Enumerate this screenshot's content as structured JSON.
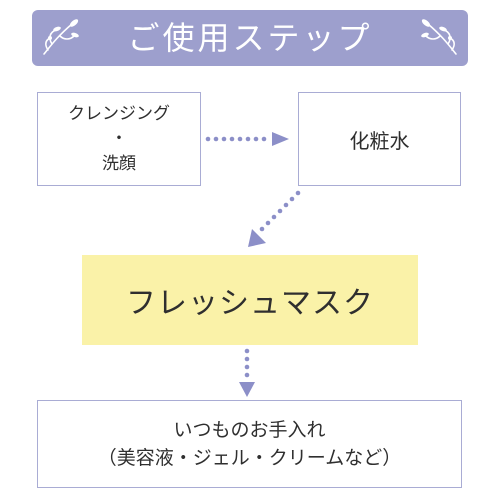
{
  "header": {
    "title": "ご使用ステップ"
  },
  "steps": [
    {
      "line1": "クレンジング",
      "line2": "・",
      "line3": "洗顔"
    },
    {
      "label": "化粧水"
    },
    {
      "label": "フレッシュマスク"
    },
    {
      "line1": "いつものお手入れ",
      "line2": "（美容液・ジェル・クリームなど）"
    }
  ],
  "colors": {
    "header_bg": "#9d9fcd",
    "box_border": "#a9acd4",
    "highlight_bg": "#faf2a8",
    "arrow": "#8c8fc8"
  }
}
